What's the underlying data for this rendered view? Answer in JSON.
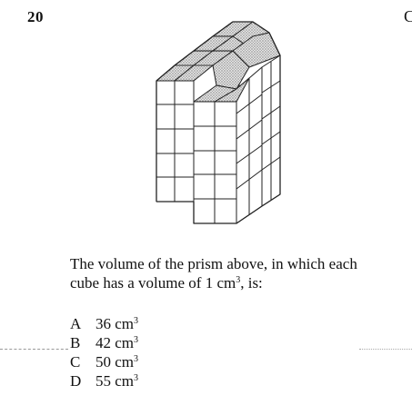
{
  "question_number": "20",
  "corner_letter": "C",
  "question_text": "The volume of the prism above, in which each cube has a volume of 1 cm",
  "question_exp": "3",
  "question_end": ", is:",
  "options": [
    {
      "letter": "A",
      "value": "36 cm",
      "exp": "3"
    },
    {
      "letter": "B",
      "value": "42 cm",
      "exp": "3"
    },
    {
      "letter": "C",
      "value": "50 cm",
      "exp": "3"
    },
    {
      "letter": "D",
      "value": "55 cm",
      "exp": "3"
    }
  ]
}
